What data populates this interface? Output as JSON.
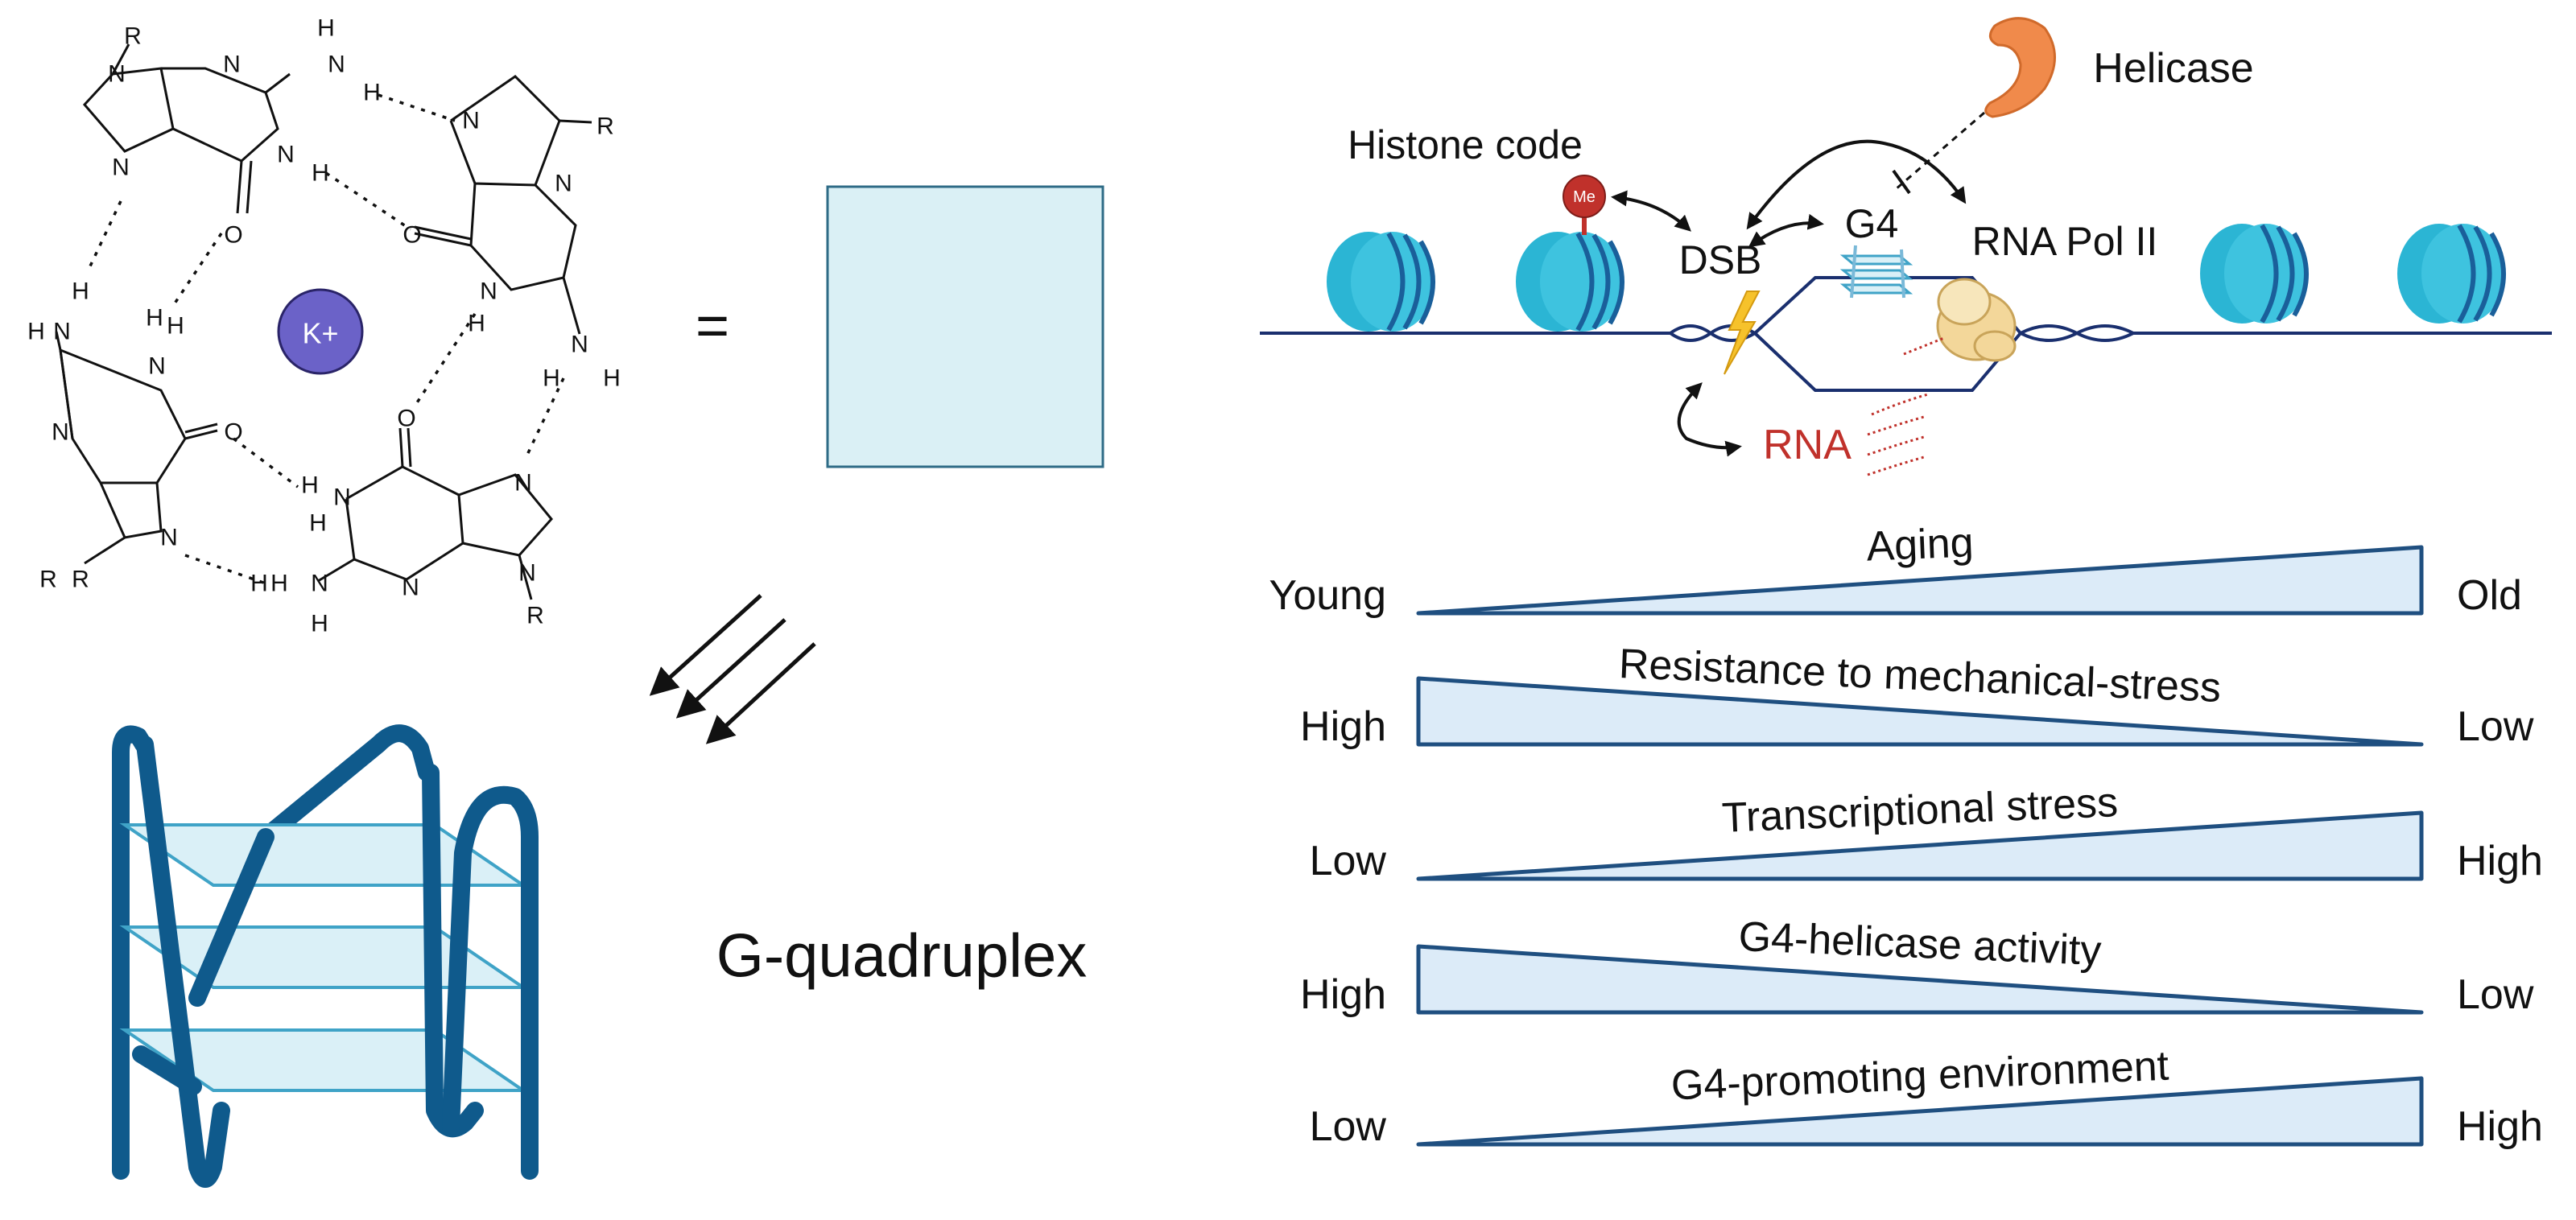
{
  "g_tetrad": {
    "ion_label": "K+",
    "atoms": [
      "R",
      "N",
      "N",
      "H",
      "N",
      "H",
      "N",
      "N",
      "H",
      "O",
      "N",
      "R",
      "N",
      "O",
      "N",
      "H",
      "N",
      "H",
      "H",
      "H",
      "N",
      "H",
      "N",
      "H",
      "H",
      "O",
      "N",
      "R",
      "O",
      "H",
      "N",
      "N",
      "N",
      "H",
      "H",
      "N",
      "N",
      "R",
      "R",
      "N",
      "H",
      "H"
    ],
    "equals_sign": "="
  },
  "g_quadruplex_label": "G-quadruplex",
  "chromatin": {
    "histone_code": "Histone code",
    "methyl_mark": "Me",
    "dsb": "DSB",
    "g4": "G4",
    "rna_pol": "RNA Pol II",
    "helicase": "Helicase",
    "rna": "RNA"
  },
  "gradients": [
    {
      "title": "Aging",
      "left": "Young",
      "right": "Old",
      "direction": "increasing"
    },
    {
      "title": "Resistance to mechanical-stress",
      "left": "High",
      "right": "Low",
      "direction": "decreasing"
    },
    {
      "title": "Transcriptional stress",
      "left": "Low",
      "right": "High",
      "direction": "increasing"
    },
    {
      "title": "G4-helicase activity",
      "left": "High",
      "right": "Low",
      "direction": "decreasing"
    },
    {
      "title": "G4-promoting environment",
      "left": "Low",
      "right": "High",
      "direction": "increasing"
    }
  ],
  "colors": {
    "nucleosome": "#2bb5d4",
    "nucleosome_band": "#1a5f9a",
    "dna": "#1a2f6e",
    "wedge_fill": "#dcebf8",
    "wedge_stroke": "#1f4f80",
    "square_fill": "#daf0f5",
    "tetrad_fill": "#daf0f7",
    "backbone": "#0f5a8c",
    "ion_fill": "#6b62c8",
    "helicase": "#f08a4b",
    "methyl": "#c0312b",
    "rna_text": "#c0312b"
  }
}
